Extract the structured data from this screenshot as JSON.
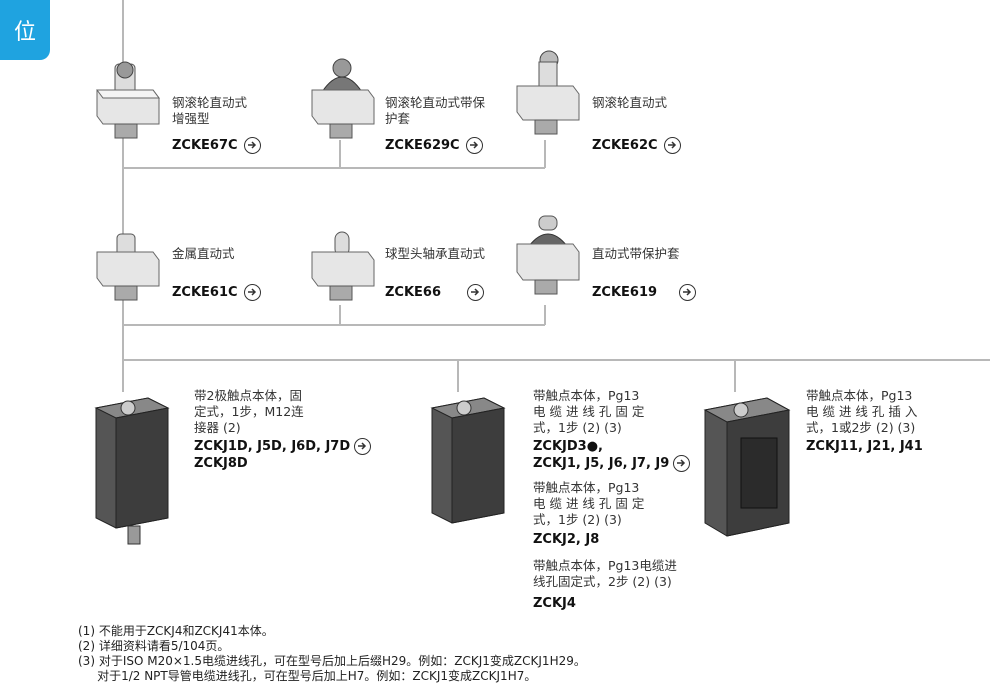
{
  "header": {
    "tab_label": "位"
  },
  "row1": [
    {
      "desc": [
        "钢滚轮直动式",
        "增强型"
      ],
      "code": "ZCKE67C"
    },
    {
      "desc": [
        "钢滚轮直动式带保",
        "护套"
      ],
      "code": "ZCKE629C"
    },
    {
      "desc": [
        "钢滚轮直动式"
      ],
      "code": "ZCKE62C"
    }
  ],
  "row2": [
    {
      "desc": [
        "金属直动式"
      ],
      "code": "ZCKE61C"
    },
    {
      "desc": [
        "球型头轴承直动式"
      ],
      "code": "ZCKE66"
    },
    {
      "desc": [
        "直动式带保护套"
      ],
      "code": "ZCKE619"
    }
  ],
  "bodies": {
    "b1": {
      "desc": [
        "带2极触点本体，固",
        "定式，1步，M12连",
        "接器 (2)"
      ],
      "code_line1": "ZCKJ1D, J5D, J6D,  J7D",
      "code_line2": "ZCKJ8D"
    },
    "b2a": {
      "desc": [
        "带触点本体，Pg13",
        "电 缆 进 线 孔 固 定",
        "式，1步 (2) (3)"
      ],
      "code_line1": "ZCKJD3●,",
      "code_line2": "ZCKJ1, J5, J6,  J7, J9"
    },
    "b2b": {
      "desc": [
        "带触点本体，Pg13",
        "电 缆 进 线 孔 固 定",
        "式，1步 (2) (3)"
      ],
      "code": "ZCKJ2, J8"
    },
    "b2c": {
      "desc": [
        "带触点本体，Pg13电缆进",
        "线孔固定式，2步 (2) (3)"
      ],
      "code": "ZCKJ4"
    },
    "b3": {
      "desc": [
        "带触点本体，Pg13",
        "电 缆 进 线 孔 插 入",
        "式，1或2步 (2) (3)"
      ],
      "code": "ZCKJ11, J21, J41"
    }
  },
  "notes": [
    "(1) 不能用于ZCKJ4和ZCKJ41本体。",
    "(2) 详细资料请看5/104页。",
    "(3) 对于ISO M20×1.5电缆进线孔，可在型号后加上后缀H29。例如：ZCKJ1变成ZCKJ1H29。",
    "     对于1/2 NPT导管电缆进线孔，可在型号后加上H7。例如：ZCKJ1变成ZCKJ1H7。"
  ]
}
